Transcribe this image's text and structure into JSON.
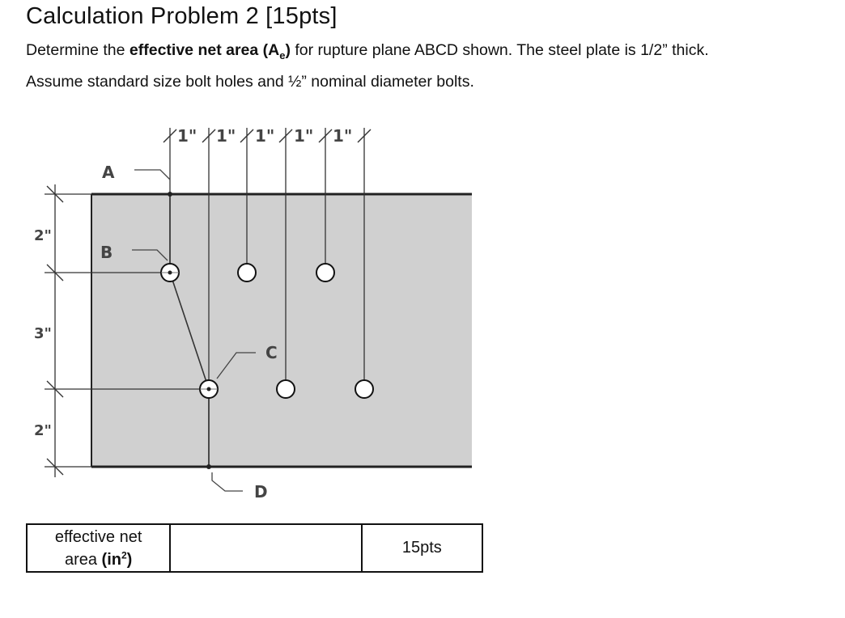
{
  "title": "Calculation Problem 2 [15pts]",
  "description": {
    "pre": "Determine the ",
    "bold_term": "effective net area (A",
    "bold_sub": "e",
    "bold_close": ")",
    "mid": " for rupture plane ABCD shown. The steel plate is 1/2” thick.",
    "line2": "Assume standard size bolt holes and ½” nominal diameter bolts."
  },
  "diagram": {
    "points": {
      "a": "A",
      "b": "B",
      "c": "C",
      "d": "D"
    },
    "top_dims": [
      "1\"",
      "1\"",
      "1\"",
      "1\"",
      "1\""
    ],
    "left_dims": [
      "2\"",
      "3\"",
      "2\""
    ],
    "colors": {
      "plate": "#d0d0d0",
      "line": "#222222",
      "label": "#444444"
    }
  },
  "answer_table": {
    "label_line1": "effective net",
    "label_line2": "area ",
    "label_unit": "(in",
    "label_unit_sup": "2",
    "label_unit_close": ")",
    "answer_value": "",
    "points": "15pts"
  }
}
